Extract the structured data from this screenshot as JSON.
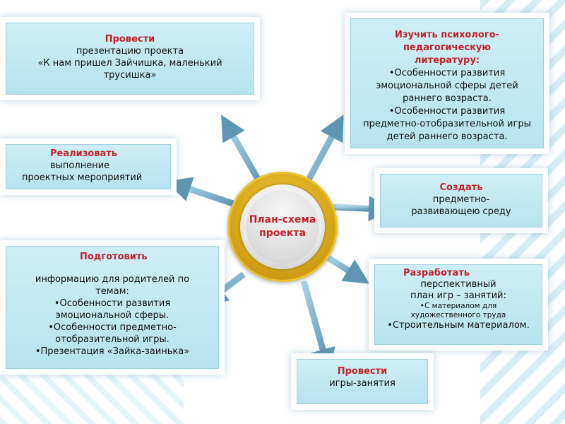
{
  "center": {
    "line1": "План-схема",
    "line2": "проекта"
  },
  "boxes": {
    "present": {
      "title": "Провести",
      "lines": [
        "презентацию проекта",
        "«К нам пришел Зайчишка, маленький трусишка»"
      ]
    },
    "study": {
      "title": "Изучить психолого-педагогическую литературу:",
      "lines": [
        "•Особенности развития эмоциональной сферы детей раннего возраста.",
        "•Особенности развития предметно-отобразительной игры детей раннего возраста."
      ]
    },
    "implement": {
      "title": "Реализовать",
      "lines": [
        "выполнение",
        "проектных мероприятий"
      ]
    },
    "create": {
      "title": "Создать",
      "lines": [
        "предметно-развивающею среду"
      ]
    },
    "prepare": {
      "title": "Подготовить",
      "lines": [
        "информацию для родителей по темам:",
        "•Особенности развития эмоциональной сферы.",
        "•Особенности предметно-отобразительной игры.",
        "•Презентация «Зайка-заинька»"
      ]
    },
    "develop": {
      "title": "Разработать",
      "lines": [
        "перспективный",
        "план игр – занятий:"
      ],
      "small": "•С материалом для художественного труда",
      "last": "•Строительным материалом."
    },
    "conduct": {
      "title": "Провести",
      "lines": [
        "игры-занятия"
      ]
    }
  },
  "colors": {
    "title": "#c0242a",
    "box": "#bde6f1",
    "arrow": "#6fa9c4",
    "hub": "#d9a81a"
  }
}
